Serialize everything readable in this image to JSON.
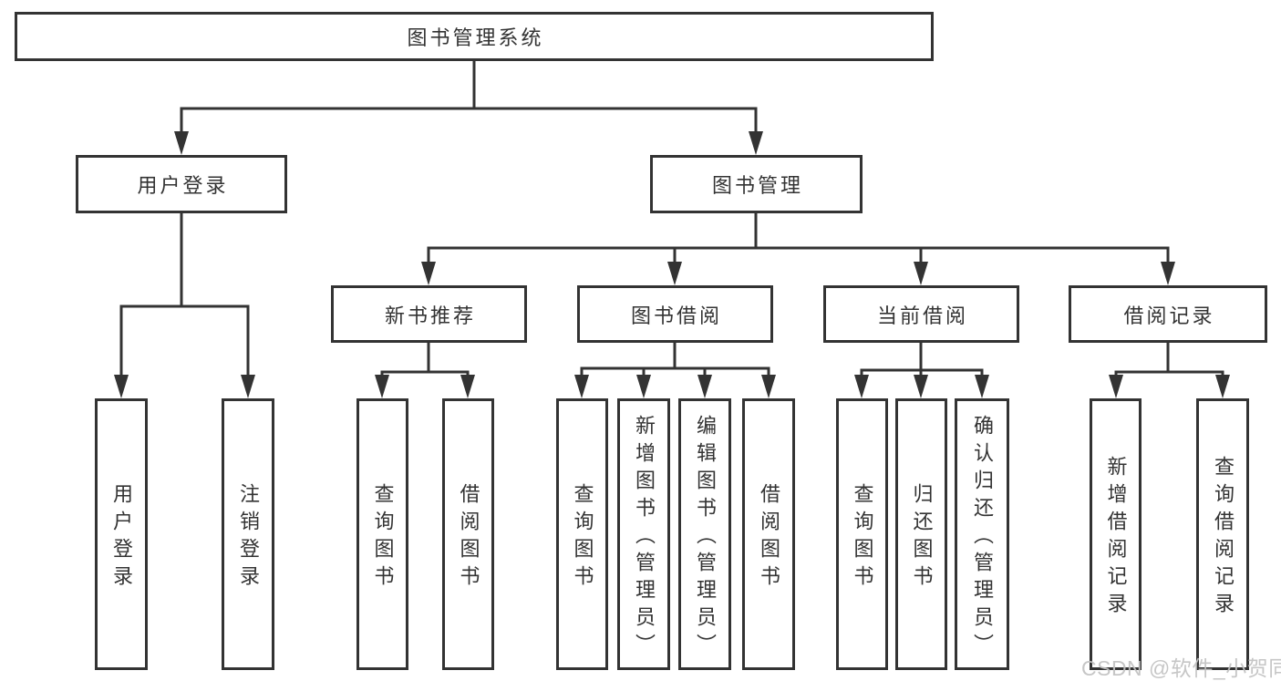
{
  "tree": {
    "label": "图书管理系统",
    "children": [
      {
        "label": "用户登录",
        "children": [
          {
            "label": "用户登录"
          },
          {
            "label": "注销登录"
          }
        ]
      },
      {
        "label": "图书管理",
        "children": [
          {
            "label": "新书推荐",
            "children": [
              {
                "label": "查询图书"
              },
              {
                "label": "借阅图书"
              }
            ]
          },
          {
            "label": "图书借阅",
            "children": [
              {
                "label": "查询图书"
              },
              {
                "label": "新增图书（管理员）"
              },
              {
                "label": "编辑图书（管理员）"
              },
              {
                "label": "借阅图书"
              }
            ]
          },
          {
            "label": "当前借阅",
            "children": [
              {
                "label": "查询图书"
              },
              {
                "label": "归还图书"
              },
              {
                "label": "确认归还（管理员）"
              }
            ]
          },
          {
            "label": "借阅记录",
            "children": [
              {
                "label": "新增借阅记录"
              },
              {
                "label": "查询借阅记录"
              }
            ]
          }
        ]
      }
    ]
  },
  "watermark": {
    "text": "CSDN @软件_小贺同学"
  },
  "colors": {
    "line": "#333333",
    "border": "#333333",
    "text": "#333333",
    "watermark": "#c2c2c2",
    "background": "#ffffff"
  }
}
